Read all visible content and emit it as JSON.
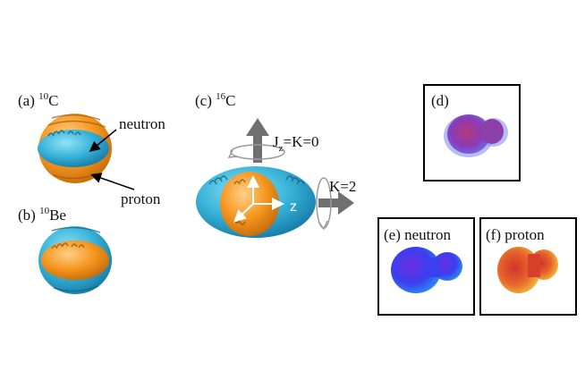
{
  "panels": {
    "a": {
      "tag": "(a)",
      "mass": "10",
      "element": "C"
    },
    "b": {
      "tag": "(b)",
      "mass": "10",
      "element": "Be"
    },
    "c": {
      "tag": "(c)",
      "mass": "16",
      "element": "C"
    },
    "d": {
      "tag": "(d)"
    },
    "e": {
      "tag": "(e)",
      "label": "neutron"
    },
    "f": {
      "tag": "(f)",
      "label": "proton"
    }
  },
  "annotations": {
    "neutron": "neutron",
    "proton": "proton",
    "jz_main": "J",
    "jz_sub": "z",
    "jz_rest": "=K=0",
    "k2": "K=2",
    "z_axis": "z"
  },
  "colors": {
    "cyan": "#3bb3d6",
    "orange": "#f39a2a",
    "gray_arrow": "#707070",
    "frame": "#000000"
  }
}
